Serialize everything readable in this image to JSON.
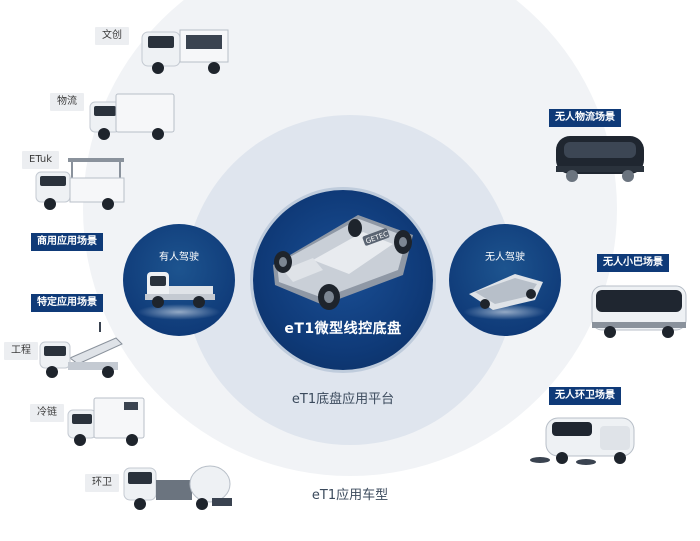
{
  "center": {
    "title": "eT1微型线控底盘",
    "chassis_logo": "GETEC"
  },
  "middle_ring": {
    "label": "eT1底盘应用平台"
  },
  "outer_ring": {
    "label": "eT1应用车型"
  },
  "drive_modes": {
    "manned": "有人驾驶",
    "unmanned": "无人驾驶"
  },
  "left_vehicles": {
    "cultural": "文创",
    "logistics": "物流",
    "etuk": "ETuk",
    "engineering": "工程",
    "cold_chain": "冷链",
    "sanitation": "环卫"
  },
  "left_categories": {
    "commercial": "商用应用场景",
    "special": "特定应用场景"
  },
  "right_categories": {
    "unmanned_logistics": "无人物流场景",
    "unmanned_bus": "无人小巴场景",
    "unmanned_sanitation": "无人环卫场景"
  }
}
